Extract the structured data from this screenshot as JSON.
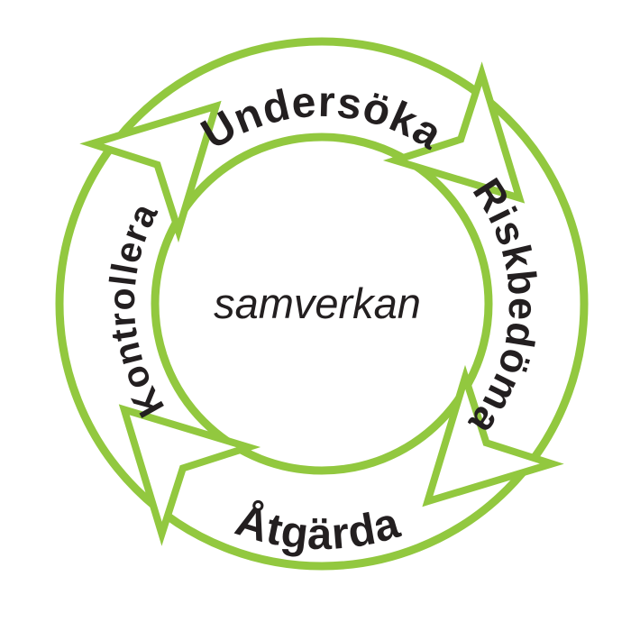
{
  "theme": {
    "ring-green": "#92c83f",
    "ink": "#231f20",
    "bg": "#ffffff"
  },
  "diagram": {
    "type": "cycle",
    "flow": "clockwise",
    "arrow_count": 4,
    "center_label": "samverkan",
    "steps": [
      {
        "label": "Undersöka",
        "position": "top"
      },
      {
        "label": "Riskbedöma",
        "position": "right"
      },
      {
        "label": "Åtgärda",
        "position": "bottom"
      },
      {
        "label": "Kontrollera",
        "position": "left"
      }
    ]
  }
}
